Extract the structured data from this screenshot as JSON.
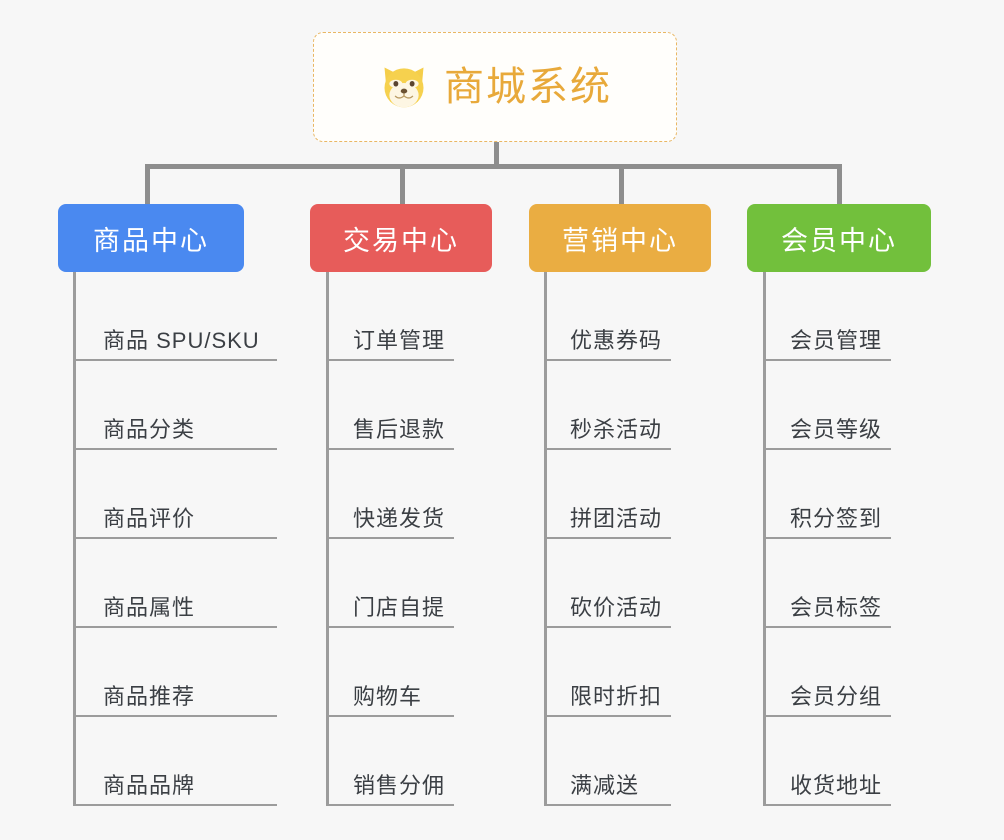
{
  "diagram": {
    "type": "mindmap-tree",
    "background_color": "#f7f7f7",
    "root": {
      "title": "商城系统",
      "icon": "shiba-dog-face-emoji",
      "text_color": "#e8a93a",
      "border_color": "#e9b764",
      "background_color": "#fffefb"
    },
    "connector_color": "#8e8e8e",
    "leaf_line_color": "#9c9c9c",
    "leaf_text_color": "#3b3f44",
    "branches": [
      {
        "label": "商品中心",
        "color": "#4a89f0",
        "items": [
          "商品 SPU/SKU",
          "商品分类",
          "商品评价",
          "商品属性",
          "商品推荐",
          "商品品牌"
        ]
      },
      {
        "label": "交易中心",
        "color": "#e75c5a",
        "items": [
          "订单管理",
          "售后退款",
          "快递发货",
          "门店自提",
          "购物车",
          "销售分佣"
        ]
      },
      {
        "label": "营销中心",
        "color": "#eaad42",
        "items": [
          "优惠券码",
          "秒杀活动",
          "拼团活动",
          "砍价活动",
          "限时折扣",
          "满减送"
        ]
      },
      {
        "label": "会员中心",
        "color": "#72c03c",
        "items": [
          "会员管理",
          "会员等级",
          "积分签到",
          "会员标签",
          "会员分组",
          "收货地址"
        ]
      }
    ]
  }
}
